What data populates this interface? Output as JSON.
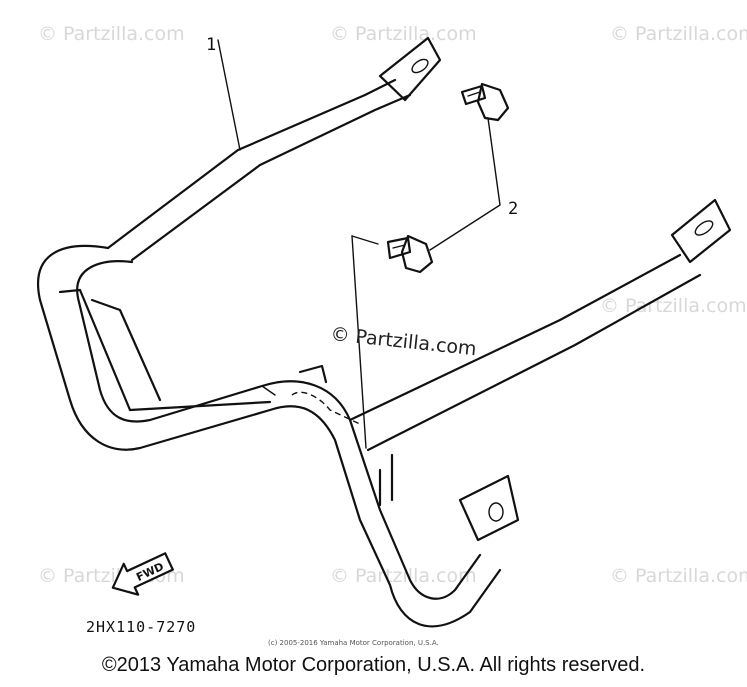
{
  "watermark": {
    "text": "© Partzilla.com",
    "center_text": "© Partzilla.com"
  },
  "callouts": {
    "frame": "1",
    "bolt": "2"
  },
  "diagram": {
    "part_number": "2HX110-7270",
    "small_copyright": "(c) 2005-2016 Yamaha Motor Corporation, U.S.A.",
    "fwd_label": "FWD",
    "stroke_color": "#111111",
    "watermark_color": "#d8d8d8"
  },
  "footer": {
    "copyright": "©2013 Yamaha Motor Corporation, U.S.A. All rights reserved."
  }
}
